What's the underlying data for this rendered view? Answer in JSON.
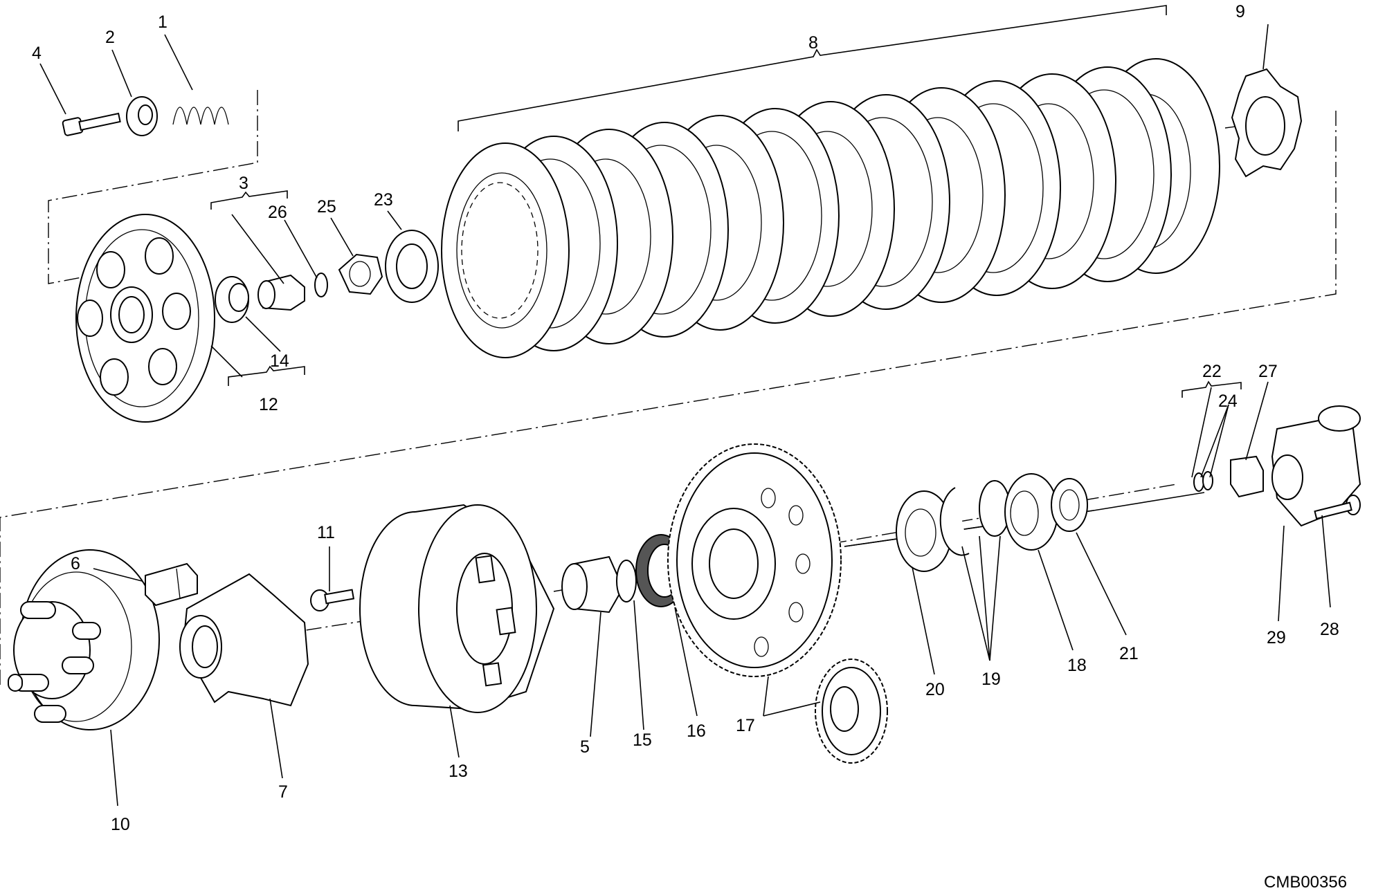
{
  "callouts": {
    "c1": "1",
    "c2": "2",
    "c3": "3",
    "c4": "4",
    "c5": "5",
    "c6": "6",
    "c7": "7",
    "c8": "8",
    "c9": "9",
    "c10": "10",
    "c11": "11",
    "c12": "12",
    "c13": "13",
    "c14": "14",
    "c15": "15",
    "c16": "16",
    "c17": "17",
    "c18": "18",
    "c19": "19",
    "c20": "20",
    "c21": "21",
    "c22": "22",
    "c23": "23",
    "c24": "24",
    "c25": "25",
    "c26": "26",
    "c27": "27",
    "c28": "28",
    "c29": "29"
  },
  "drawing_code": "CMB00356"
}
